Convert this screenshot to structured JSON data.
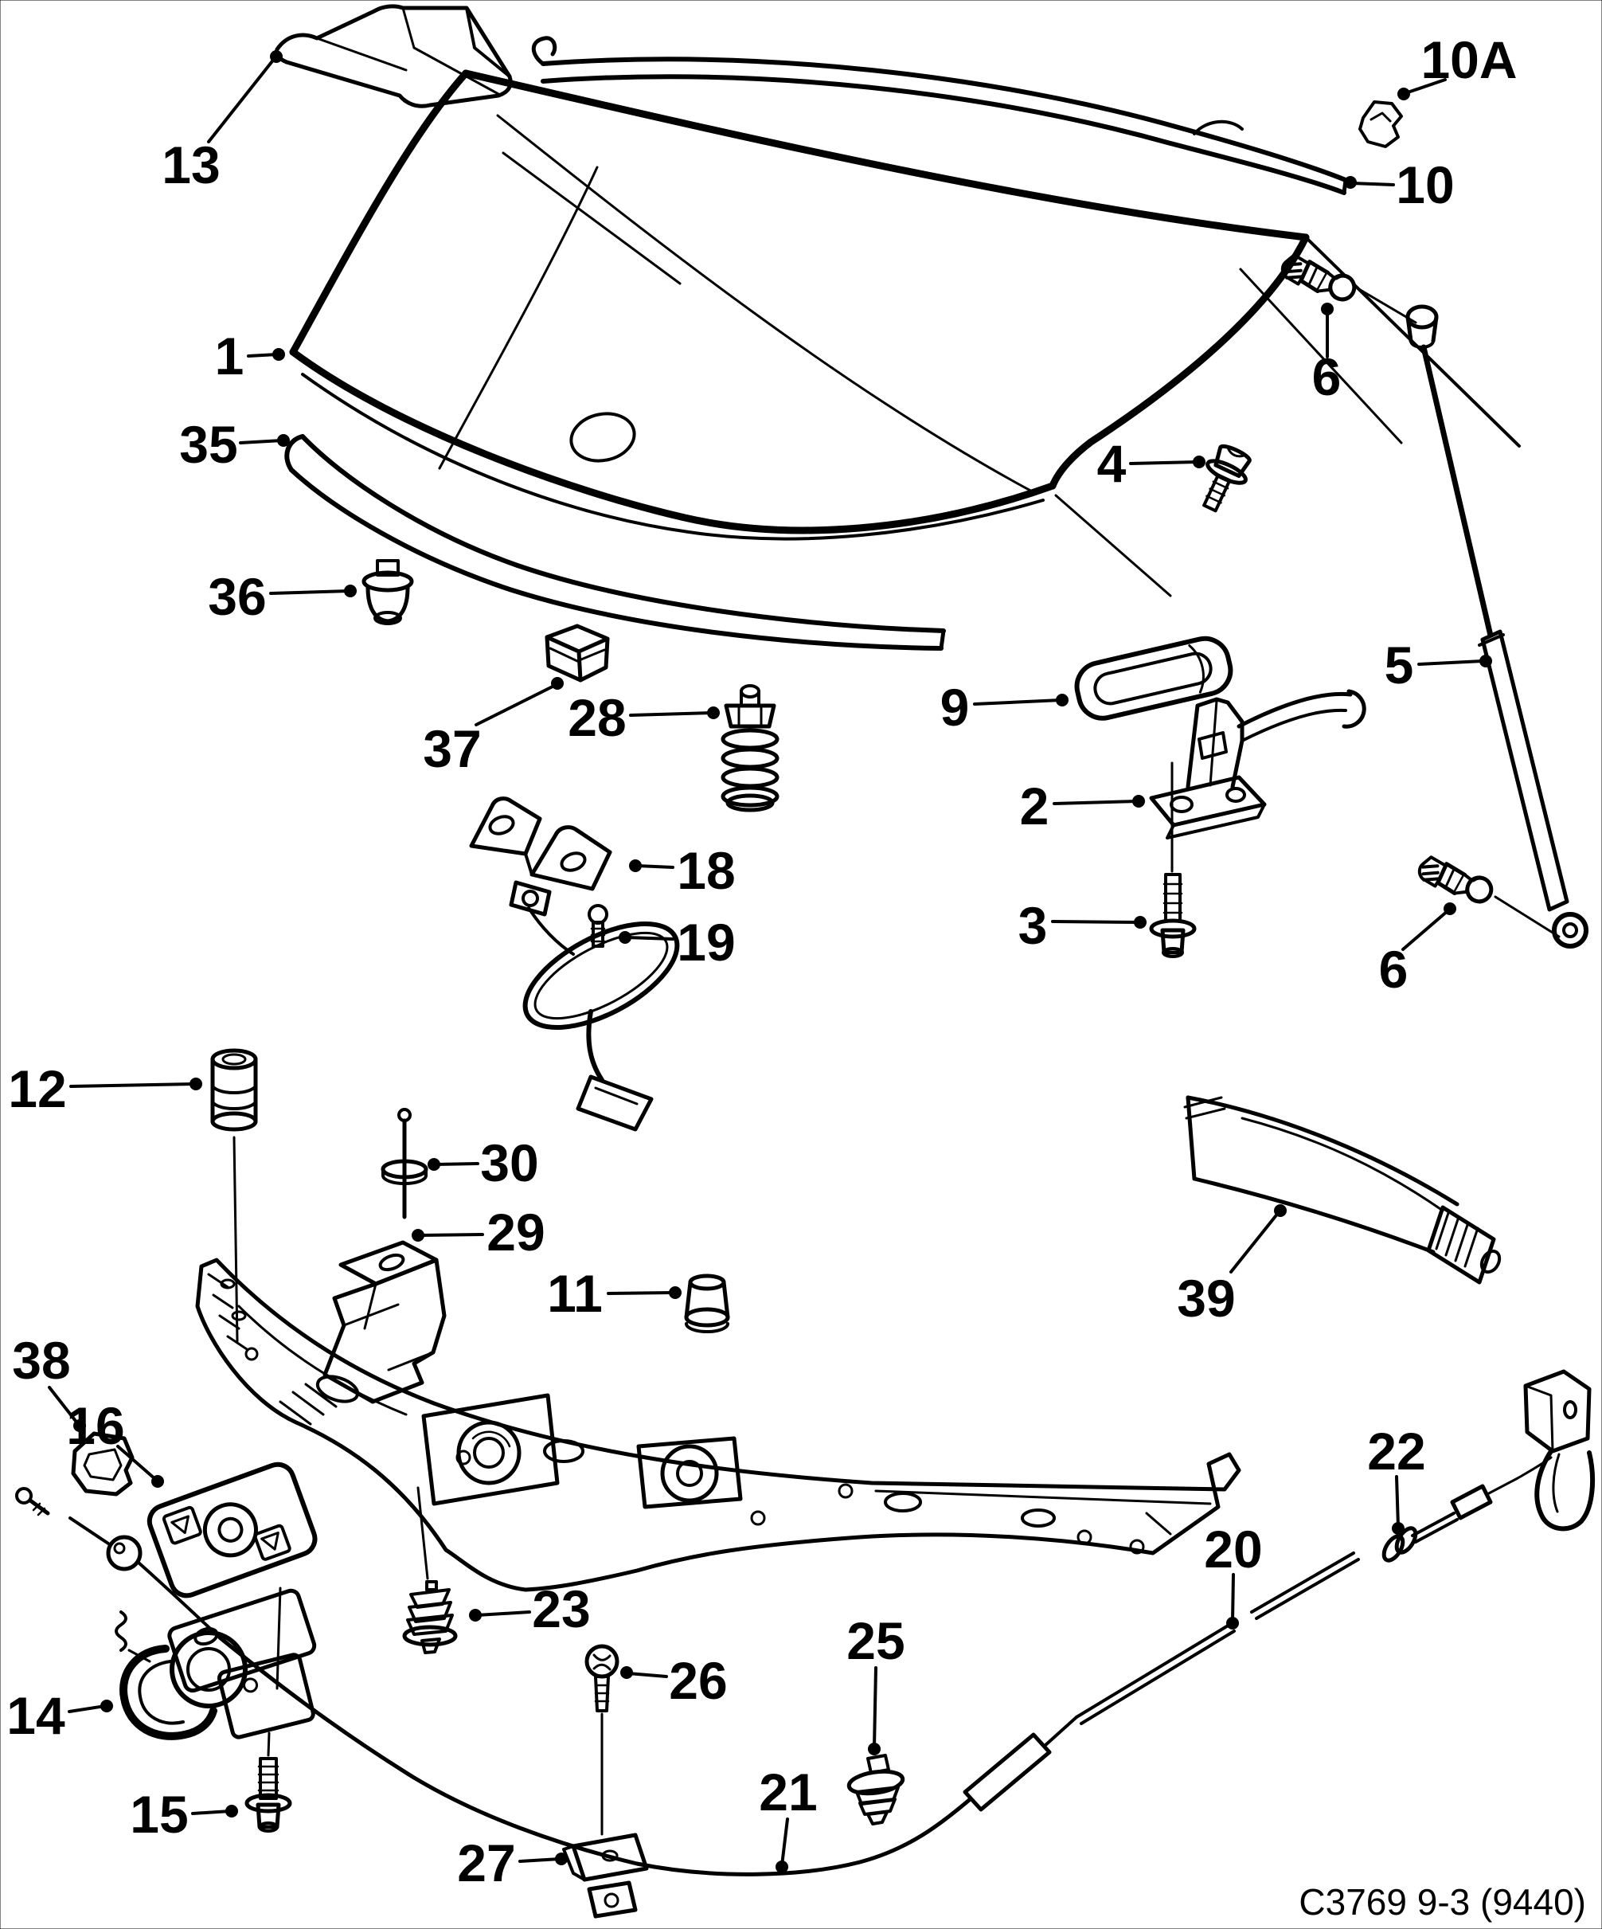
{
  "theme": {
    "background": "#ffffff",
    "ink": "#000000"
  },
  "diagram": {
    "figure_code": "C3769 9-3 (9440)",
    "callouts": [
      {
        "id": "13",
        "label": "13"
      },
      {
        "id": "10A",
        "label": "10A"
      },
      {
        "id": "10",
        "label": "10"
      },
      {
        "id": "1",
        "label": "1"
      },
      {
        "id": "35",
        "label": "35"
      },
      {
        "id": "36",
        "label": "36"
      },
      {
        "id": "4",
        "label": "4"
      },
      {
        "id": "6-upper",
        "label": "6"
      },
      {
        "id": "5",
        "label": "5"
      },
      {
        "id": "9",
        "label": "9"
      },
      {
        "id": "2",
        "label": "2"
      },
      {
        "id": "3",
        "label": "3"
      },
      {
        "id": "37",
        "label": "37"
      },
      {
        "id": "28",
        "label": "28"
      },
      {
        "id": "18",
        "label": "18"
      },
      {
        "id": "19",
        "label": "19"
      },
      {
        "id": "6-lower",
        "label": "6"
      },
      {
        "id": "12",
        "label": "12"
      },
      {
        "id": "30",
        "label": "30"
      },
      {
        "id": "29",
        "label": "29"
      },
      {
        "id": "38",
        "label": "38"
      },
      {
        "id": "11",
        "label": "11"
      },
      {
        "id": "39",
        "label": "39"
      },
      {
        "id": "16",
        "label": "16"
      },
      {
        "id": "22",
        "label": "22"
      },
      {
        "id": "20",
        "label": "20"
      },
      {
        "id": "23",
        "label": "23"
      },
      {
        "id": "14",
        "label": "14"
      },
      {
        "id": "25",
        "label": "25"
      },
      {
        "id": "26",
        "label": "26"
      },
      {
        "id": "21",
        "label": "21"
      },
      {
        "id": "15",
        "label": "15"
      },
      {
        "id": "27",
        "label": "27"
      }
    ]
  }
}
